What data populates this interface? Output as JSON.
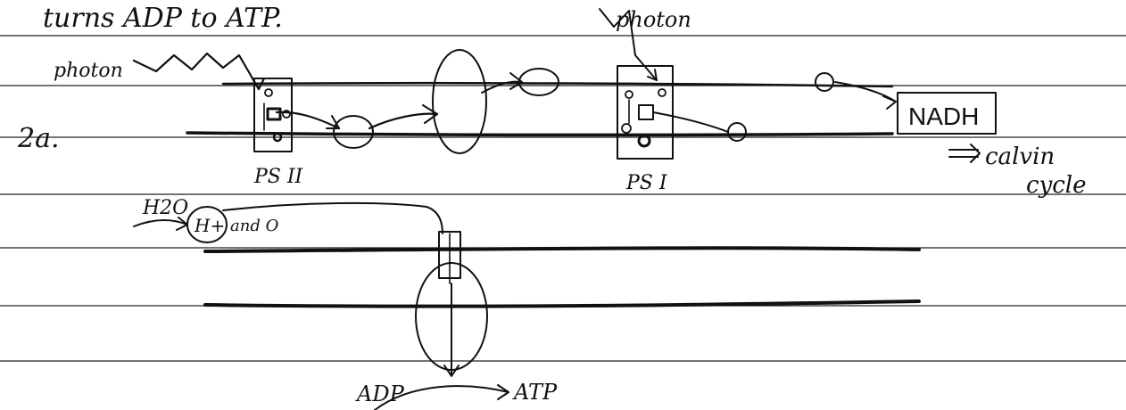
{
  "header": {
    "text": "turns ADP to ATP."
  },
  "question_label": "2a.",
  "labels": {
    "photon_left": "photon",
    "photon_top": "photon",
    "psii": "PS II",
    "psi": "PS I",
    "nadh": "NADH",
    "calvin_line1": "calvin",
    "calvin_line2": "cycle",
    "h2o": "H2O",
    "h_plus": "H+",
    "and_o": "and O",
    "adp": "ADP",
    "atp": "ATP"
  },
  "colors": {
    "ink": "#111111",
    "paper": "#ffffff",
    "rule": "#222222"
  }
}
